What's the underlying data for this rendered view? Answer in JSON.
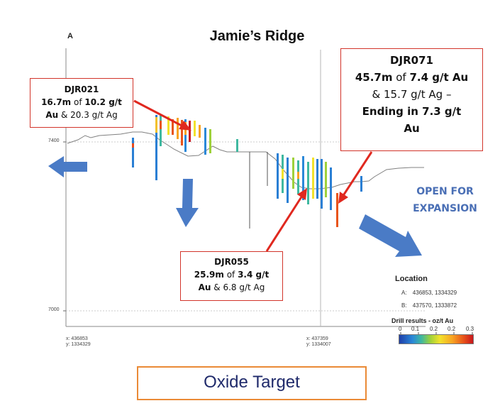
{
  "title": "Jamie’s Ridge",
  "section_label": "A",
  "elevations": {
    "upper": "7400",
    "lower": "7000"
  },
  "coords": {
    "a": {
      "x": "x: 436853",
      "y": "y: 1334329"
    },
    "b": {
      "x": "x: 437359",
      "y": "y: 1334007"
    }
  },
  "callouts": {
    "djr021": {
      "hole": "DJR021",
      "l1a": "16.7m",
      "l1b": " of ",
      "l1c": "10.2 g/t",
      "l2a": "Au",
      "l2b": " & 20.3 g/t Ag"
    },
    "djr071": {
      "hole": "DJR071",
      "l1a": "45.7m",
      "l1b": " of ",
      "l1c": "7.4 g/t Au",
      "l2": "& 15.7 g/t Ag –",
      "l3": "Ending in 7.3 g/t",
      "l4": "Au"
    },
    "djr055": {
      "hole": "DJR055",
      "l1a": "25.9m",
      "l1b": " of ",
      "l1c": "3.4 g/t",
      "l2a": "Au",
      "l2b": " & 6.8 g/t Ag"
    }
  },
  "open_for_expansion": [
    "OPEN FOR",
    "EXPANSION"
  ],
  "location": {
    "title": "Location",
    "a_label": "A:",
    "a_value": "436853, 1334329",
    "b_label": "B:",
    "b_value": "437570, 1333872"
  },
  "legend": {
    "title": "Drill results - oz/t Au",
    "ticks": [
      "0",
      "0.1",
      "0.2",
      "0.2",
      "0.3"
    ]
  },
  "oxide_target": "Oxide Target",
  "colors": {
    "callout_border": "#d2342a",
    "arrow_red": "#e0281f",
    "arrow_blue": "#4a7bc6",
    "open_text": "#4a6fb5",
    "oxide_border": "#ea8a36",
    "oxide_text": "#1f2a6b"
  }
}
